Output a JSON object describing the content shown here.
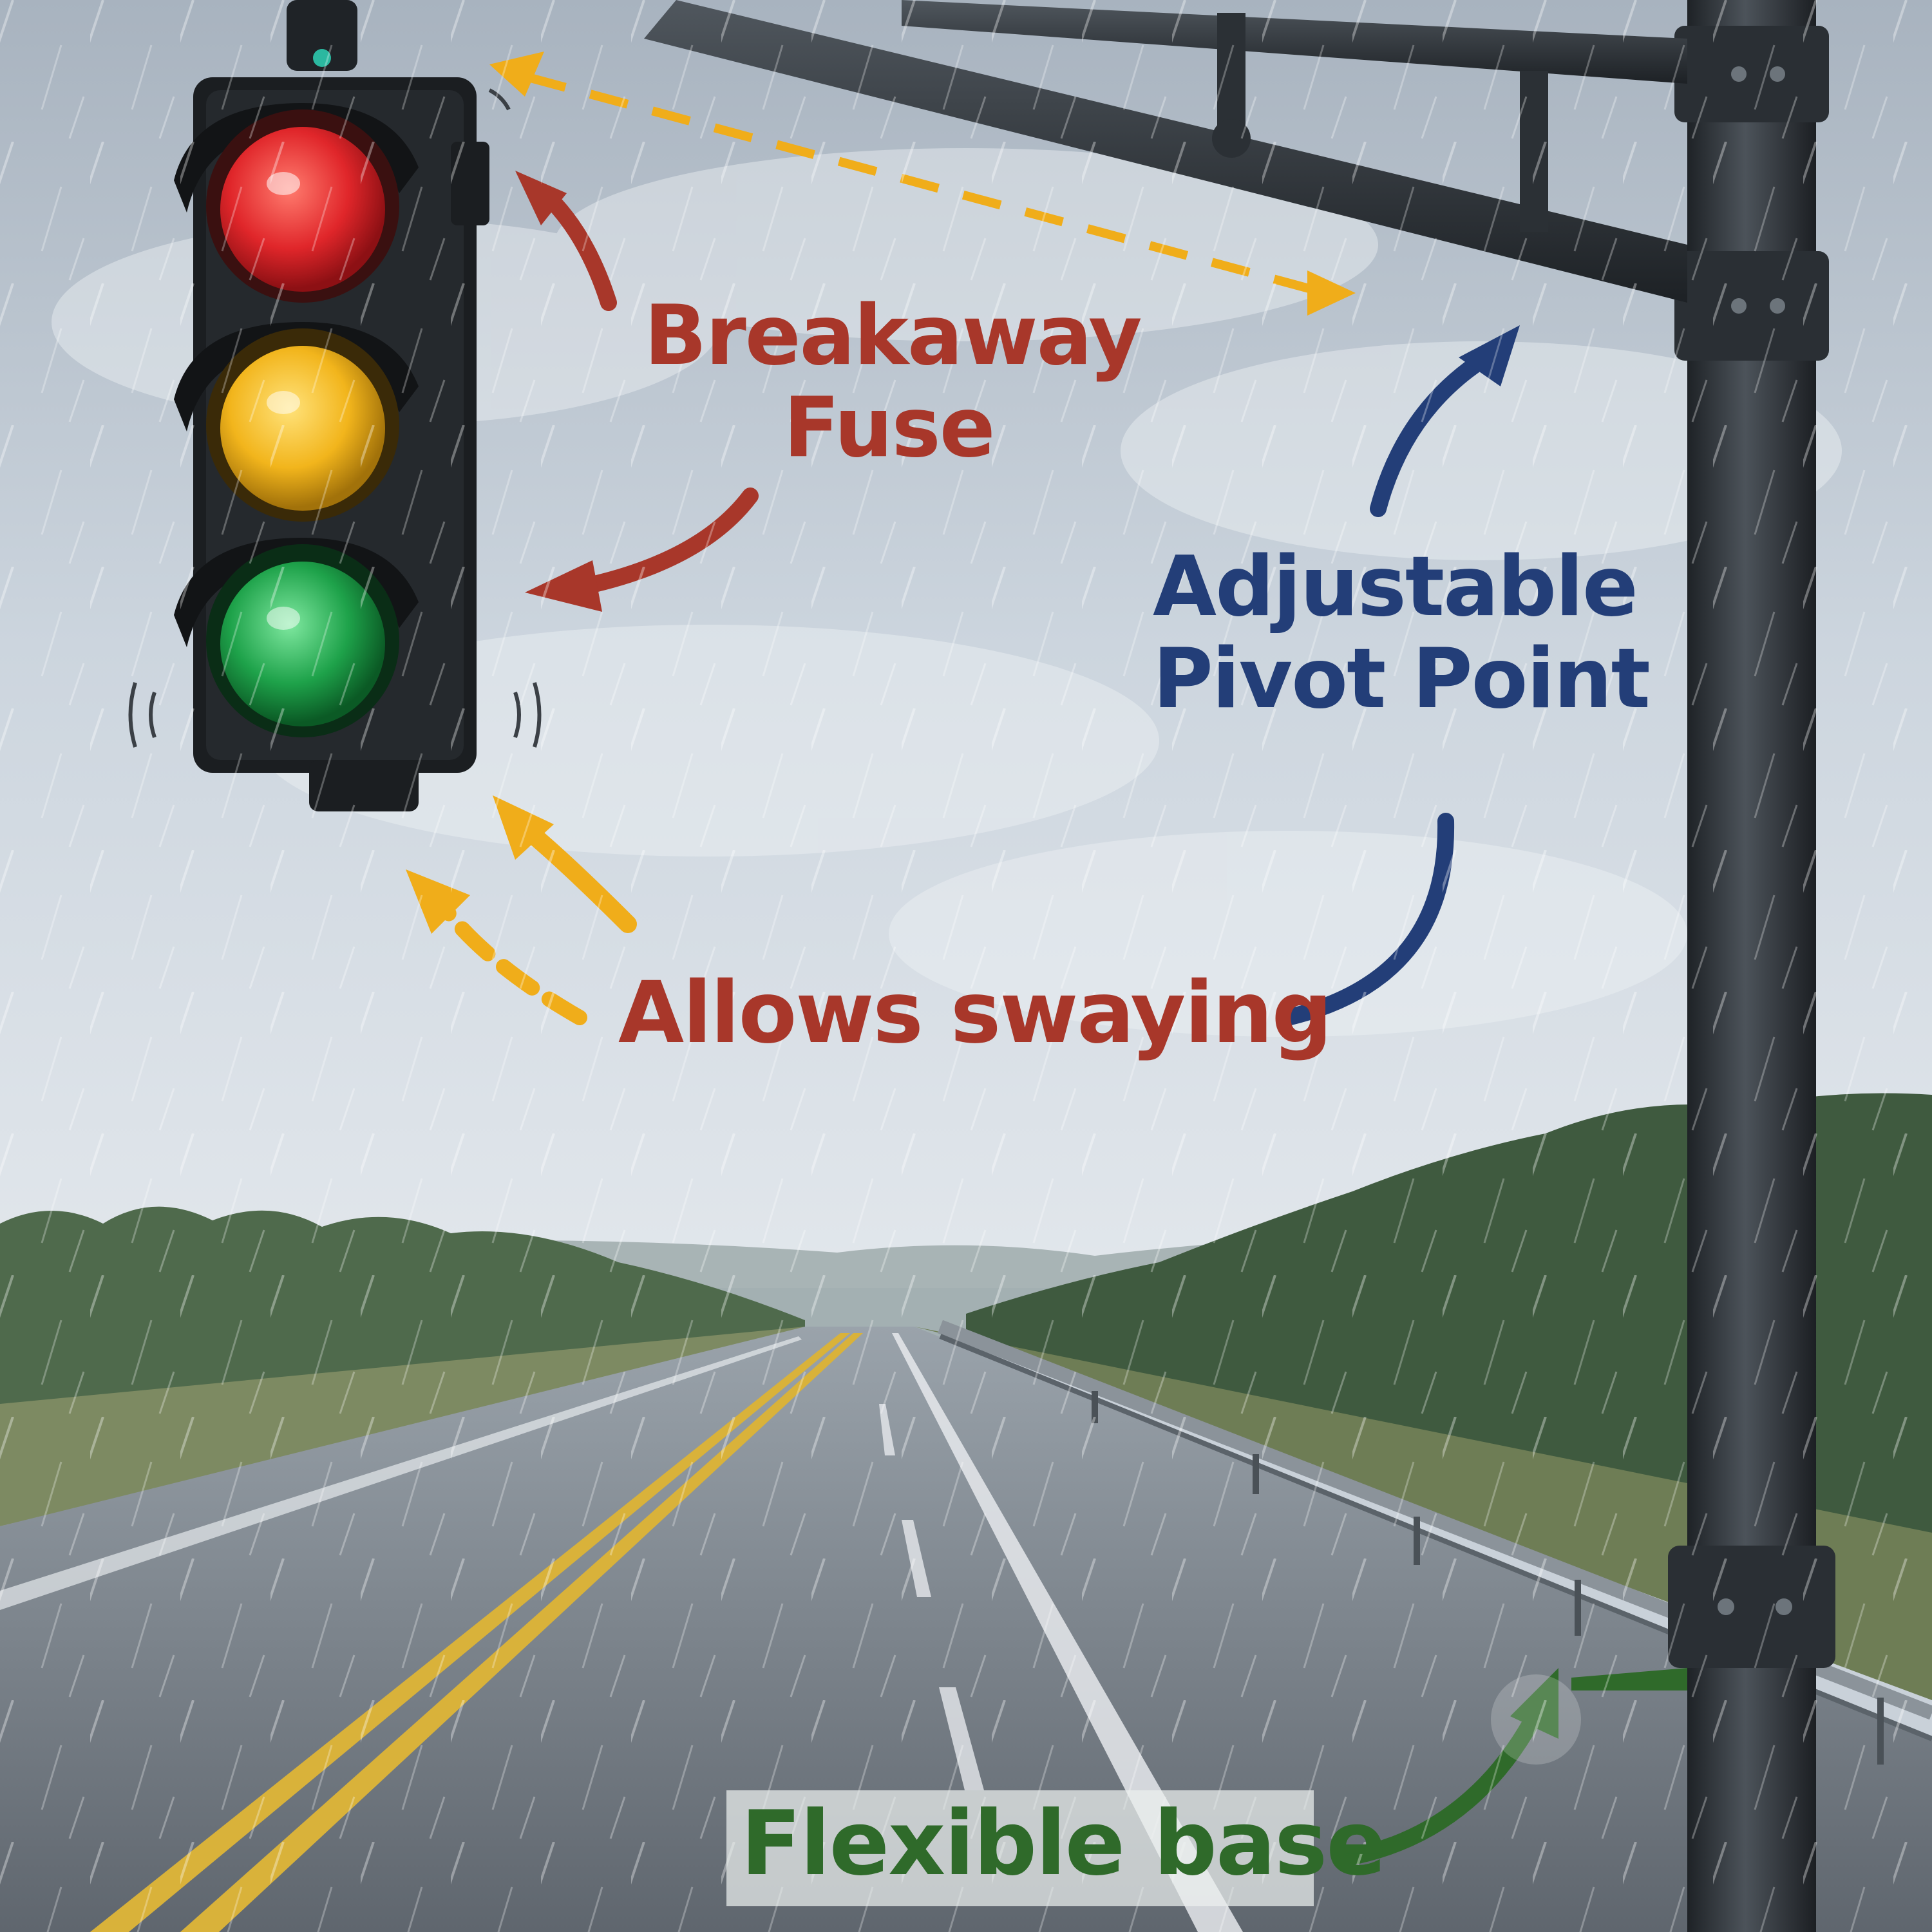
{
  "annotations": {
    "breakaway_fuse": {
      "line1": "Breakaway",
      "line2": "Fuse",
      "color": "#a8372a"
    },
    "pivot_point": {
      "line1": "Adjustable",
      "line2": "Pivot Point",
      "color": "#233e78"
    },
    "swaying": {
      "text": "Allows swaying",
      "color": "#a8372a"
    },
    "flexible_base": {
      "text": "Flexible base",
      "color": "#2f6a2a"
    }
  },
  "palette": {
    "sky": "#b8c2cc",
    "road": "#6f7780",
    "lane_yellow": "#d9b23a",
    "signal_red": "#e0262a",
    "signal_yellow": "#f2b51c",
    "signal_green": "#1ea24a",
    "arrow_orange": "#f0ad1a",
    "pole": "#2e3338"
  }
}
